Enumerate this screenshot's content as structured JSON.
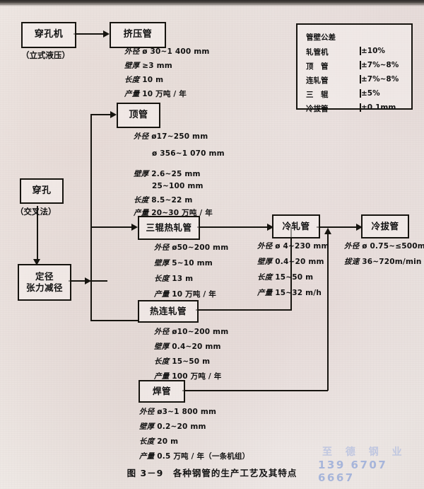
{
  "figure": {
    "caption": "图 3－9　各种钢管的生产工艺及其特点"
  },
  "watermark": {
    "brand": "至 德 钢 业",
    "phone": "139 6707 6667",
    "color": "#aebada"
  },
  "nodes": {
    "piercing_mill": {
      "label": "穿孔机",
      "note": "（立式液压）"
    },
    "extruded_pipe": {
      "label": "挤压管"
    },
    "push_bench": {
      "label": "顶管"
    },
    "piercing": {
      "label": "穿孔",
      "note": "（交叉法）"
    },
    "sizing": {
      "line1": "定径",
      "line2": "张力减径"
    },
    "three_roll": {
      "label": "三辊热轧管"
    },
    "hot_continuous": {
      "label": "热连轧管"
    },
    "welded": {
      "label": "焊管"
    },
    "cold_rolled": {
      "label": "冷轧管"
    },
    "cold_drawn": {
      "label": "冷拔管"
    }
  },
  "specs": {
    "extruded_pipe": [
      {
        "label": "外径",
        "value": "ø 30~1 400 mm"
      },
      {
        "label": "壁厚",
        "value": "≥3 mm"
      },
      {
        "label": "长度",
        "value": "10 m"
      },
      {
        "label": "产量",
        "value": "10 万吨 / 年"
      }
    ],
    "push_bench": [
      {
        "label": "外径",
        "value": "ø17~250 mm"
      },
      {
        "label": "",
        "value": "ø 356~1 070 mm"
      },
      {
        "label": "壁厚",
        "value": "2.6~25 mm"
      },
      {
        "label": "",
        "value": "25~100 mm"
      },
      {
        "label": "长度",
        "value": "8.5~22 m"
      },
      {
        "label": "产量",
        "value": "20~30 万吨 / 年"
      }
    ],
    "three_roll": [
      {
        "label": "外径",
        "value": "ø50~200 mm"
      },
      {
        "label": "壁厚",
        "value": "5~10 mm"
      },
      {
        "label": "长度",
        "value": "13 m"
      },
      {
        "label": "产量",
        "value": "10 万吨 / 年"
      }
    ],
    "hot_continuous": [
      {
        "label": "外径",
        "value": "ø10~200 mm"
      },
      {
        "label": "壁厚",
        "value": "0.4~20 mm"
      },
      {
        "label": "长度",
        "value": "15~50 m"
      },
      {
        "label": "产量",
        "value": "100 万吨 / 年"
      }
    ],
    "welded": [
      {
        "label": "外径",
        "value": "ø3~1 800 mm"
      },
      {
        "label": "壁厚",
        "value": "0.2~20 mm"
      },
      {
        "label": "长度",
        "value": "20 m"
      },
      {
        "label": "产量",
        "value": "0.5 万吨 / 年（一条机组）"
      }
    ],
    "cold_rolled": [
      {
        "label": "外径",
        "value": "ø 4~230 mm"
      },
      {
        "label": "壁厚",
        "value": "0.4~20 mm"
      },
      {
        "label": "长度",
        "value": "15~50 m"
      },
      {
        "label": "产量",
        "value": "15~32 m/h"
      }
    ],
    "cold_drawn": [
      {
        "label": "外径",
        "value": "ø 0.75~≤500mm"
      },
      {
        "label": "拔速",
        "value": "36~720m/min"
      }
    ]
  },
  "tolerance_table": {
    "title": "管壁公差",
    "rows": [
      {
        "name": "轧管机",
        "value": "±10%"
      },
      {
        "name": "顶　管",
        "value": "±7%~8%"
      },
      {
        "name": "连轧管",
        "value": "±7%~8%"
      },
      {
        "name": "三　辊",
        "value": "±5%"
      },
      {
        "name": "冷拔管",
        "value": "±0.1mm"
      }
    ]
  }
}
